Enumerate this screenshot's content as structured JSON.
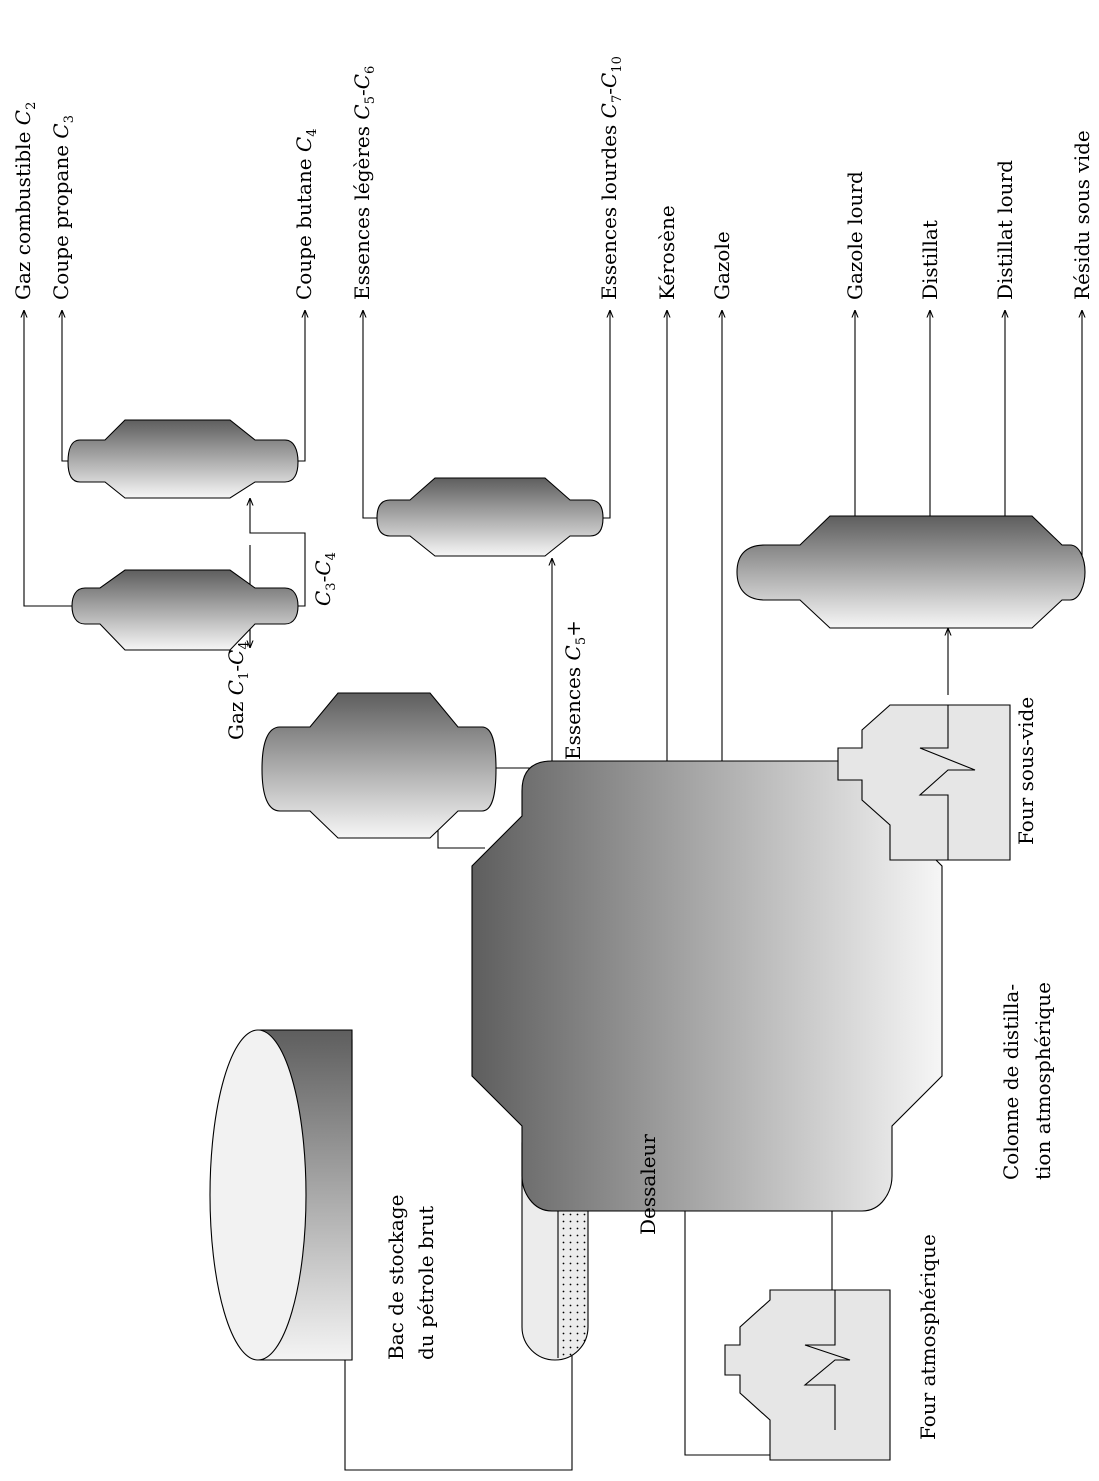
{
  "diagram": {
    "equipment": {
      "tank": "Bac de stockage du pétrole brut",
      "tank_line1": "Bac de stockage",
      "tank_line2": "du pétrole brut",
      "desalter": "Dessaleur",
      "atm_furnace": "Four atmosphérique",
      "atm_column_line1": "Colonne de distilla-",
      "atm_column_line2": "tion atmosphérique",
      "vac_furnace": "Four sous-vide"
    },
    "streams": {
      "gas_c1c4": {
        "base": "Gaz ",
        "s1": "C",
        "sub1": "1",
        "sep": "-",
        "s2": "C",
        "sub2": "4"
      },
      "essences_c5": {
        "base": "Essences ",
        "s1": "C",
        "sub1": "5",
        "tail": "+"
      },
      "c3c4": {
        "s1": "C",
        "sub1": "3",
        "sep": "-",
        "s2": "C",
        "sub2": "4"
      }
    },
    "products": {
      "gaz_combustible": {
        "base": "Gaz combustible ",
        "s1": "C",
        "sub1": "2"
      },
      "coupe_propane": {
        "base": "Coupe propane ",
        "s1": "C",
        "sub1": "3"
      },
      "coupe_butane": {
        "base": "Coupe butane ",
        "s1": "C",
        "sub1": "4"
      },
      "essences_legeres": {
        "base": "Essences légères ",
        "s1": "C",
        "sub1": "5",
        "sep": "-",
        "s2": "C",
        "sub2": "6"
      },
      "essences_lourdes": {
        "base": "Essences lourdes ",
        "s1": "C",
        "sub1": "7",
        "sep": "-",
        "s2": "C",
        "sub2": "10"
      },
      "kerosene": "Kérosène",
      "gazole": "Gazole",
      "gazole_lourd": "Gazole lourd",
      "distillat": "Distillat",
      "distillat_lourd": "Distillat lourd",
      "residu": "Résidu sous vide"
    },
    "colors": {
      "vessel_dark": "#606060",
      "vessel_light": "#f4f4f4",
      "furnace_fill": "#e6e6e6",
      "desalter_fill": "#ececec"
    }
  }
}
